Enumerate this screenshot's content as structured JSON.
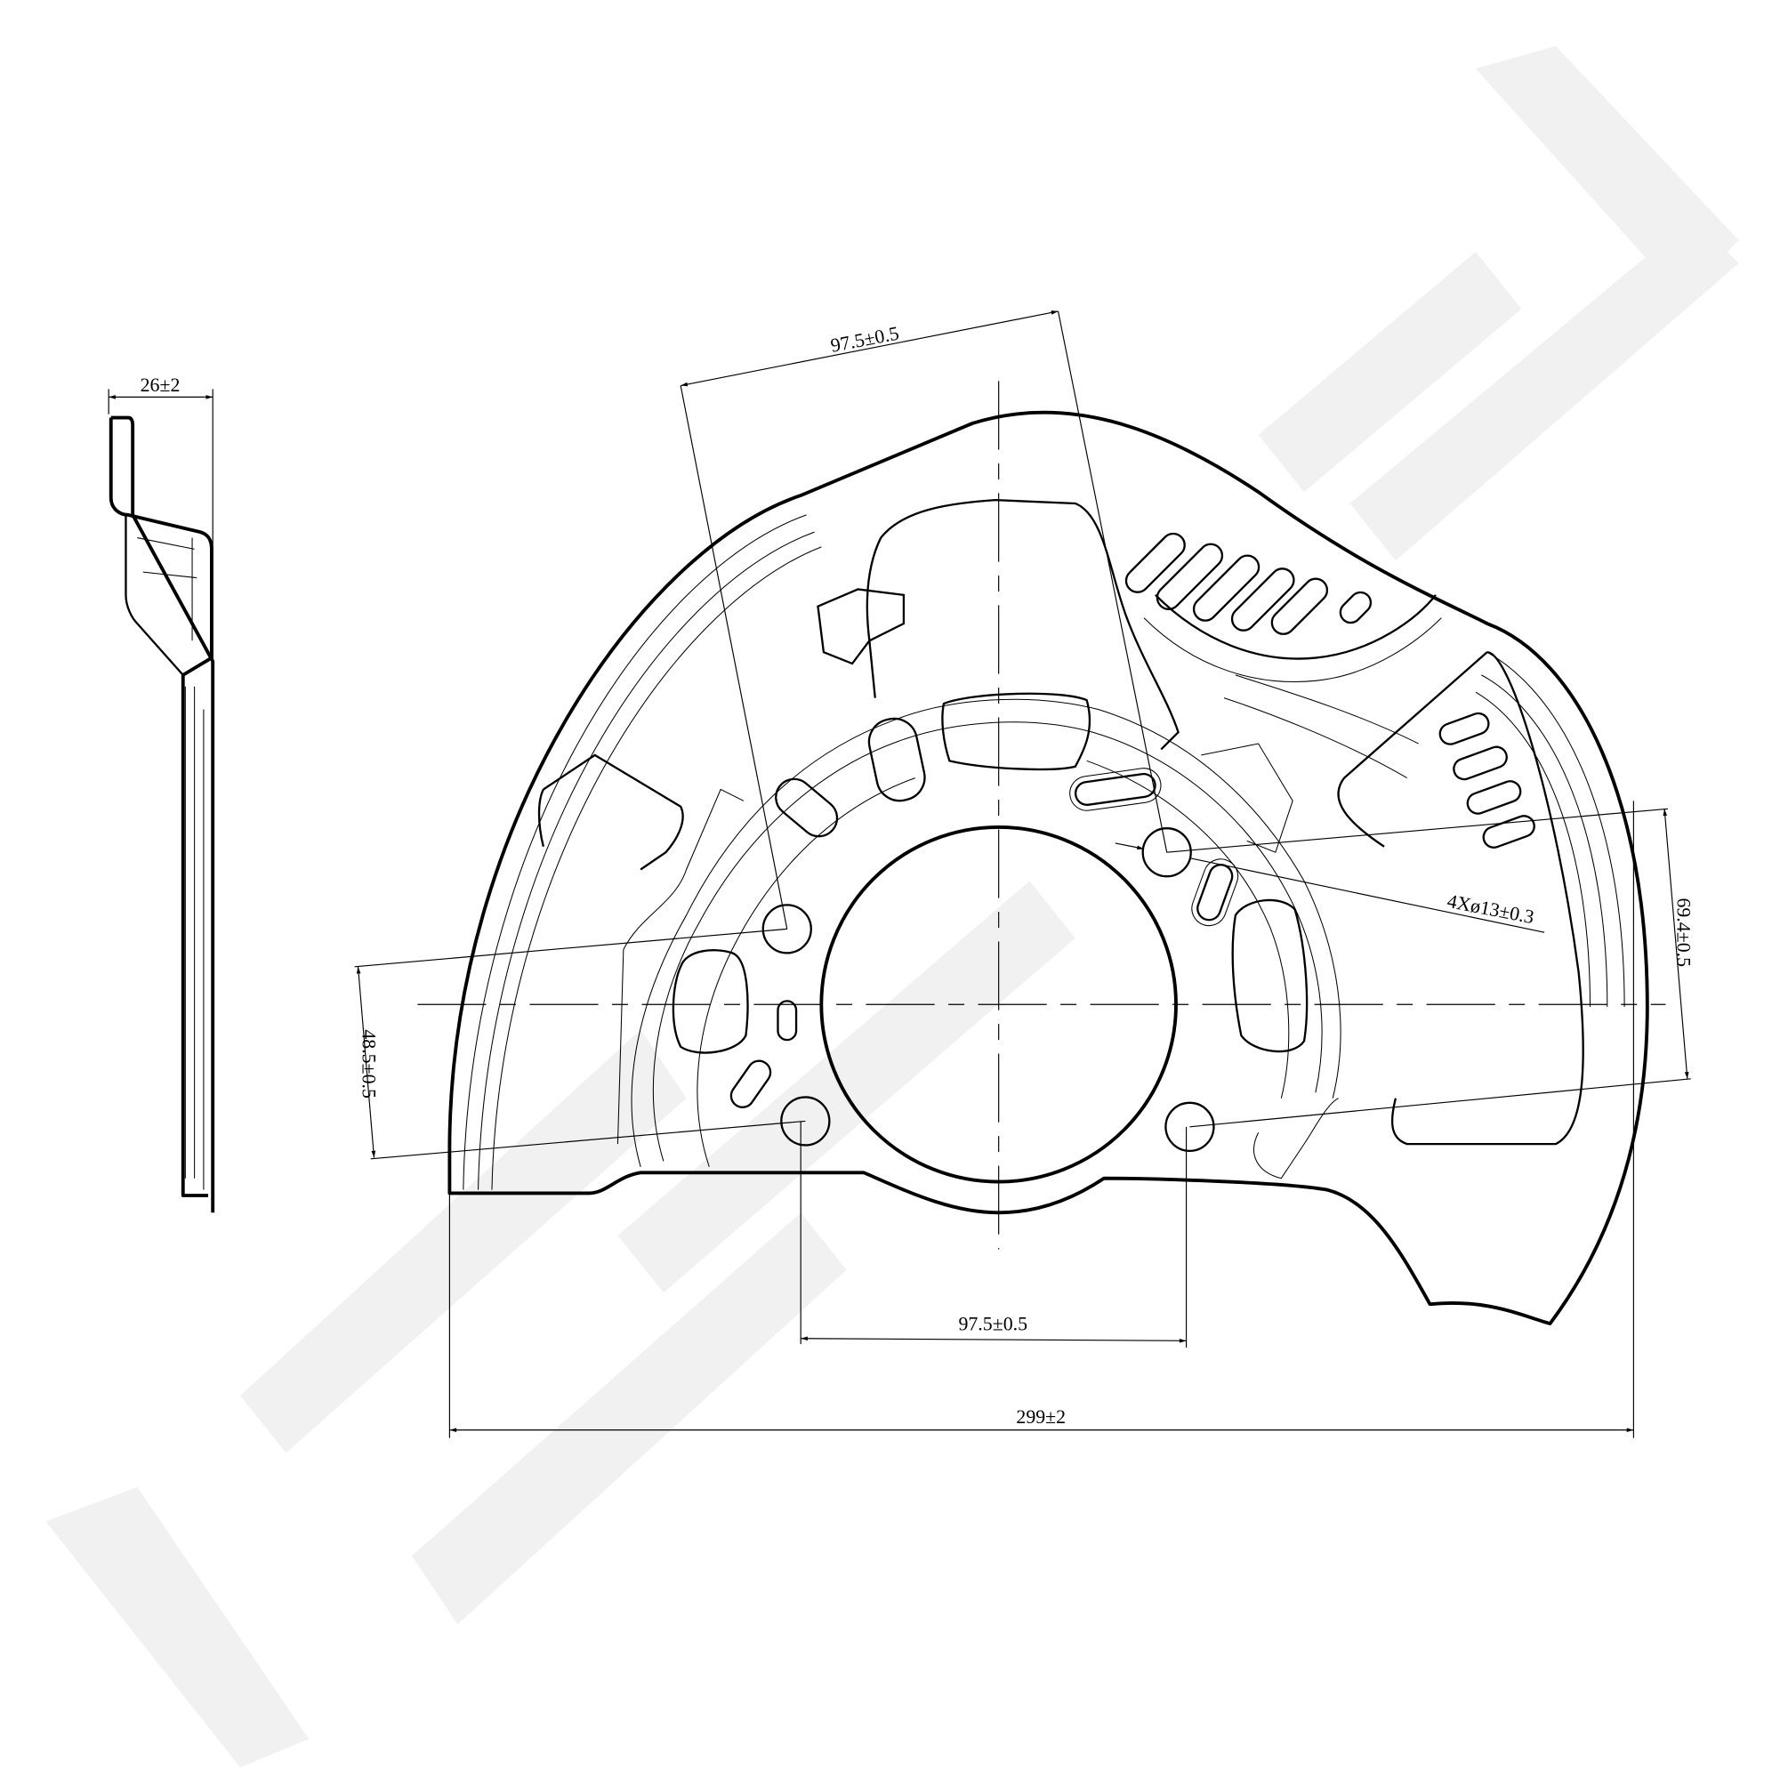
{
  "drawing": {
    "dimensions": {
      "side_depth": "26±2",
      "top_bolt_spacing": "97.5±0.5",
      "bottom_bolt_spacing": "97.5±0.5",
      "overall_width": "299±2",
      "left_vertical_spacing": "48.5±0.5",
      "right_vertical_spacing": "69.4±0.5",
      "hole_callout": "4Xø13±0.3"
    }
  }
}
